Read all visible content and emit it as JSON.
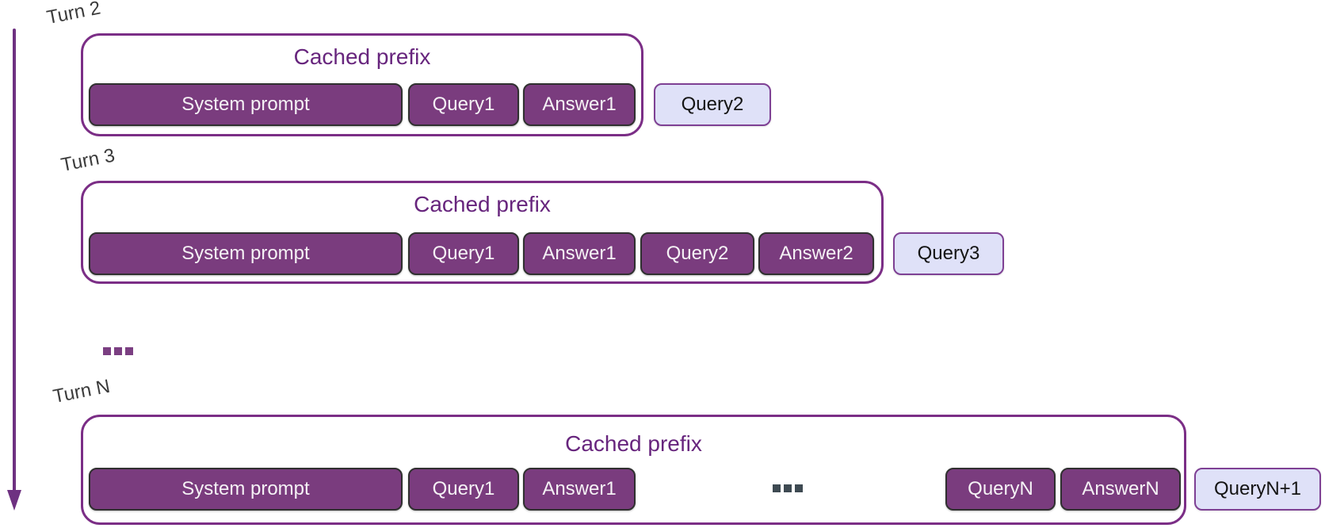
{
  "diagram": {
    "rows": [
      {
        "turn_label": "Turn 2",
        "cached_prefix_label": "Cached prefix",
        "tokens": [
          "System prompt",
          "Query1",
          "Answer1"
        ],
        "next_query": "Query2"
      },
      {
        "turn_label": "Turn 3",
        "cached_prefix_label": "Cached prefix",
        "tokens": [
          "System prompt",
          "Query1",
          "Answer1",
          "Query2",
          "Answer2"
        ],
        "next_query": "Query3"
      },
      {
        "turn_label": "Turn N",
        "cached_prefix_label": "Cached prefix",
        "tokens": [
          "System prompt",
          "Query1",
          "Answer1"
        ],
        "inner_ellipsis": "...",
        "tokens_after_ellipsis": [
          "QueryN",
          "AnswerN"
        ],
        "next_query": "QueryN+1"
      }
    ],
    "between_turns_ellipsis": "...",
    "colors": {
      "container_border": "#7b2e86",
      "dark_box_fill": "#7a3c7e",
      "dark_box_border": "#303030",
      "dark_box_text": "#f5f2f5",
      "light_box_fill": "#dfe1f8",
      "light_box_border": "#7e4094",
      "light_box_text": "#141414",
      "title_text": "#67257d",
      "turn_label_text": "#3b3b3b",
      "arrow_color": "#6e3181",
      "purple_dots": "#7b3f82",
      "dark_dots": "#3e4a52"
    }
  }
}
